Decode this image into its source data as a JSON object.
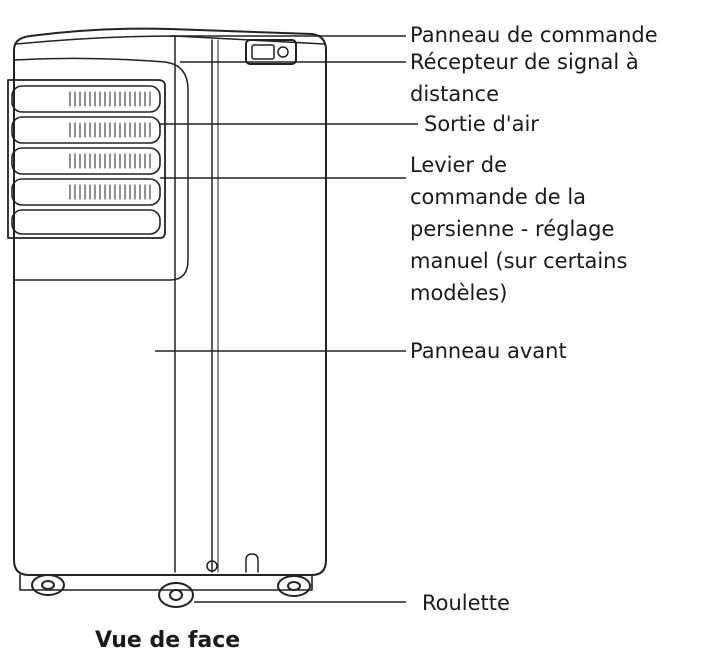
{
  "labels": {
    "control_panel": "Panneau de commande",
    "remote_receiver_line1": "Récepteur de signal à",
    "remote_receiver_line2": "distance",
    "air_outlet": "Sortie d'air",
    "louver_line1": "Levier de",
    "louver_line2": "commande de la",
    "louver_line3": "persienne - réglage",
    "louver_line4": "manuel (sur certains",
    "louver_line5": "modèles)",
    "front_panel": "Panneau avant",
    "caster": "Roulette"
  },
  "caption": "Vue de face"
}
